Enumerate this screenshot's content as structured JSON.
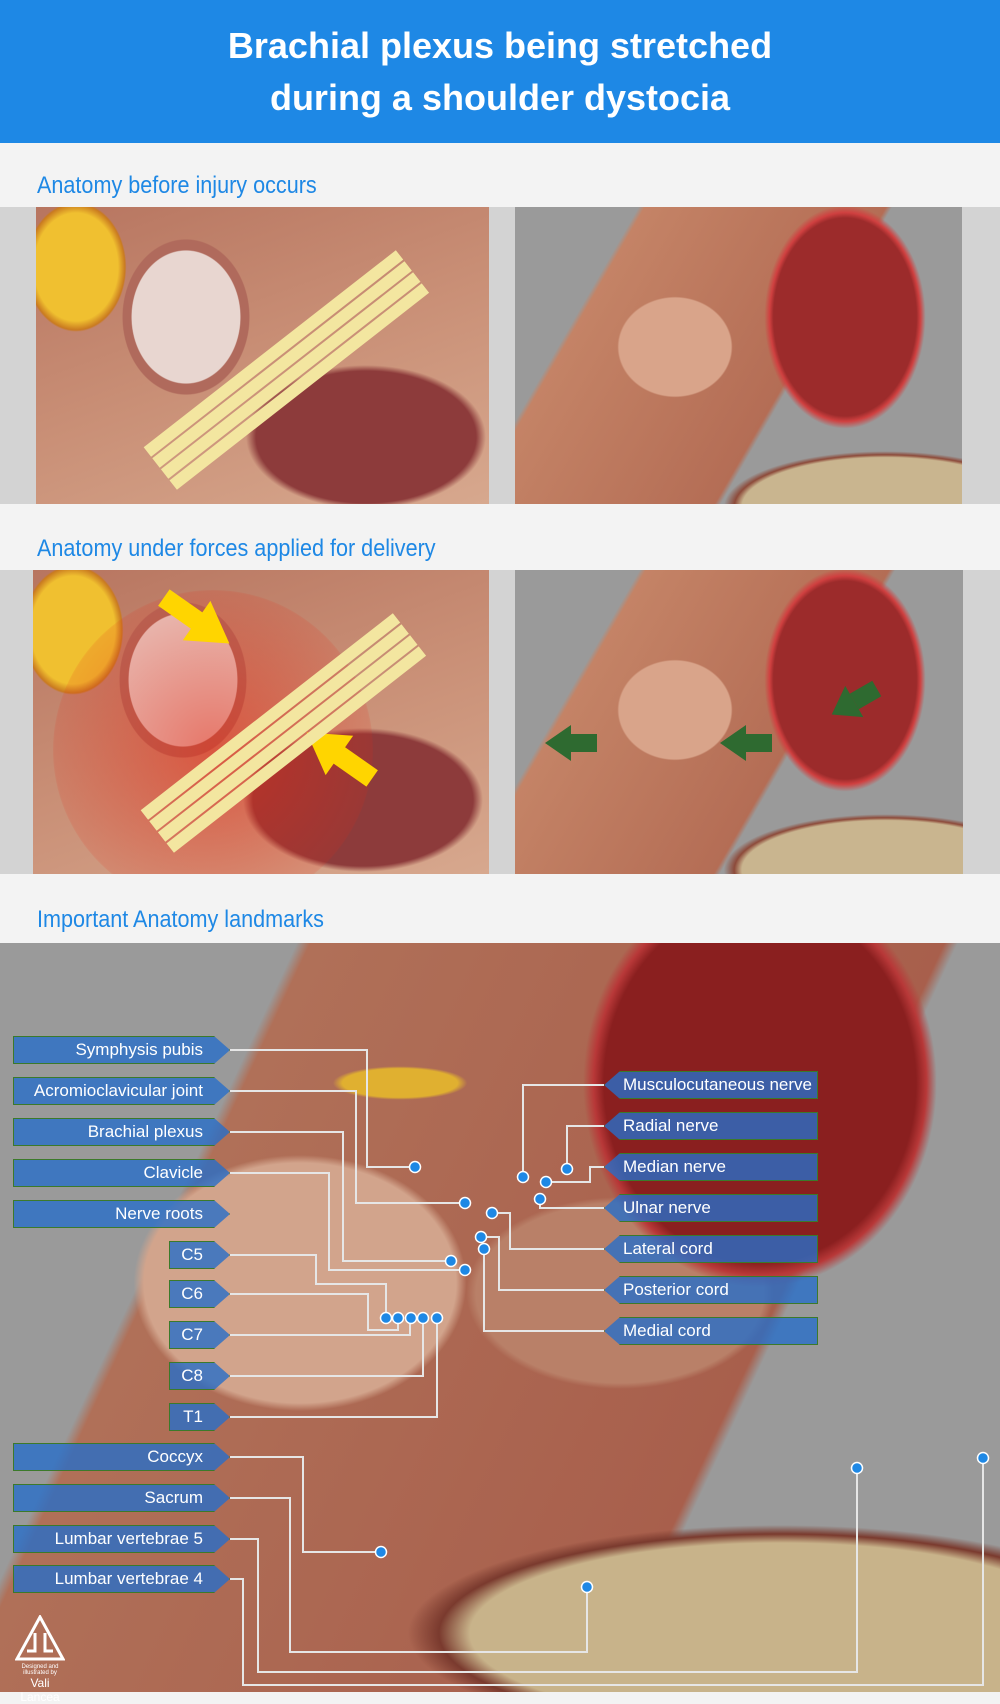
{
  "header": {
    "title_line1": "Brachial plexus being stretched",
    "title_line2": "during a shoulder dystocia"
  },
  "sections": [
    {
      "title": "Anatomy before injury occurs"
    },
    {
      "title": "Anatomy under forces applied for delivery"
    },
    {
      "title": "Important Anatomy landmarks"
    }
  ],
  "labels_left": [
    "Symphysis pubis",
    "Acromioclavicular joint",
    "Brachial plexus",
    "Clavicle",
    "Nerve roots",
    "C5",
    "C6",
    "C7",
    "C8",
    "T1",
    "Coccyx",
    "Sacrum",
    "Lumbar vertebrae 5",
    "Lumbar vertebrae 4"
  ],
  "labels_right": [
    "Musculocutaneous nerve",
    "Radial nerve",
    "Median nerve",
    "Ulnar nerve",
    "Lateral cord",
    "Posterior cord",
    "Medial cord"
  ],
  "credit": {
    "line1": "Designed and illustrated by",
    "name": "Vali Lancea"
  },
  "colors": {
    "accent": "#1e88e5",
    "dot": "#1e88e5"
  }
}
